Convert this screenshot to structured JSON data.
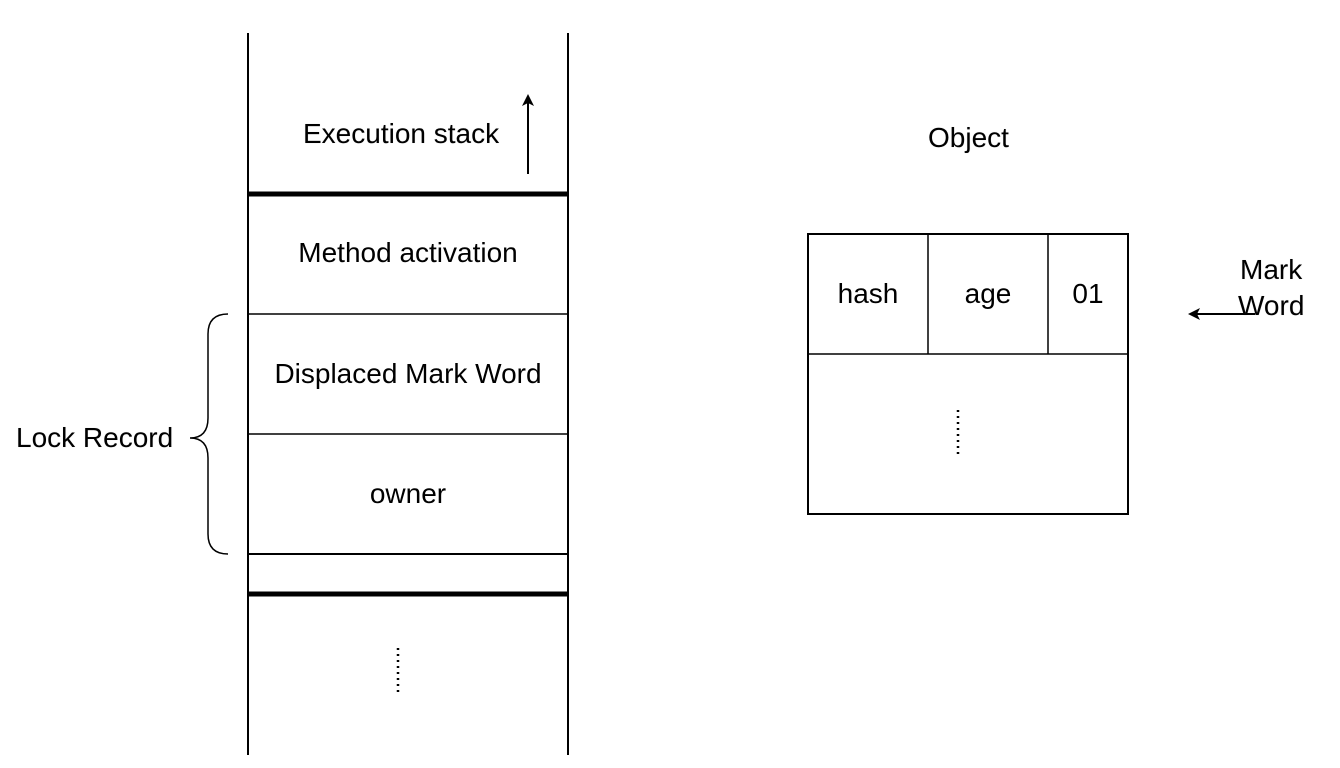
{
  "stack": {
    "execution_label": "Execution stack",
    "method_activation_label": "Method activation",
    "displaced_mark_word_label": "Displaced Mark Word",
    "owner_label": "owner",
    "ellipsis": "⋮"
  },
  "lock_record_label": "Lock Record",
  "object": {
    "title": "Object",
    "hash_label": "hash",
    "age_label": "age",
    "lock_bits_label": "01",
    "ellipsis": "⋮"
  },
  "mark_word_pointer": {
    "line1": "Mark",
    "line2": "Word"
  },
  "colors": {
    "stroke": "#000000",
    "background": "#ffffff"
  }
}
